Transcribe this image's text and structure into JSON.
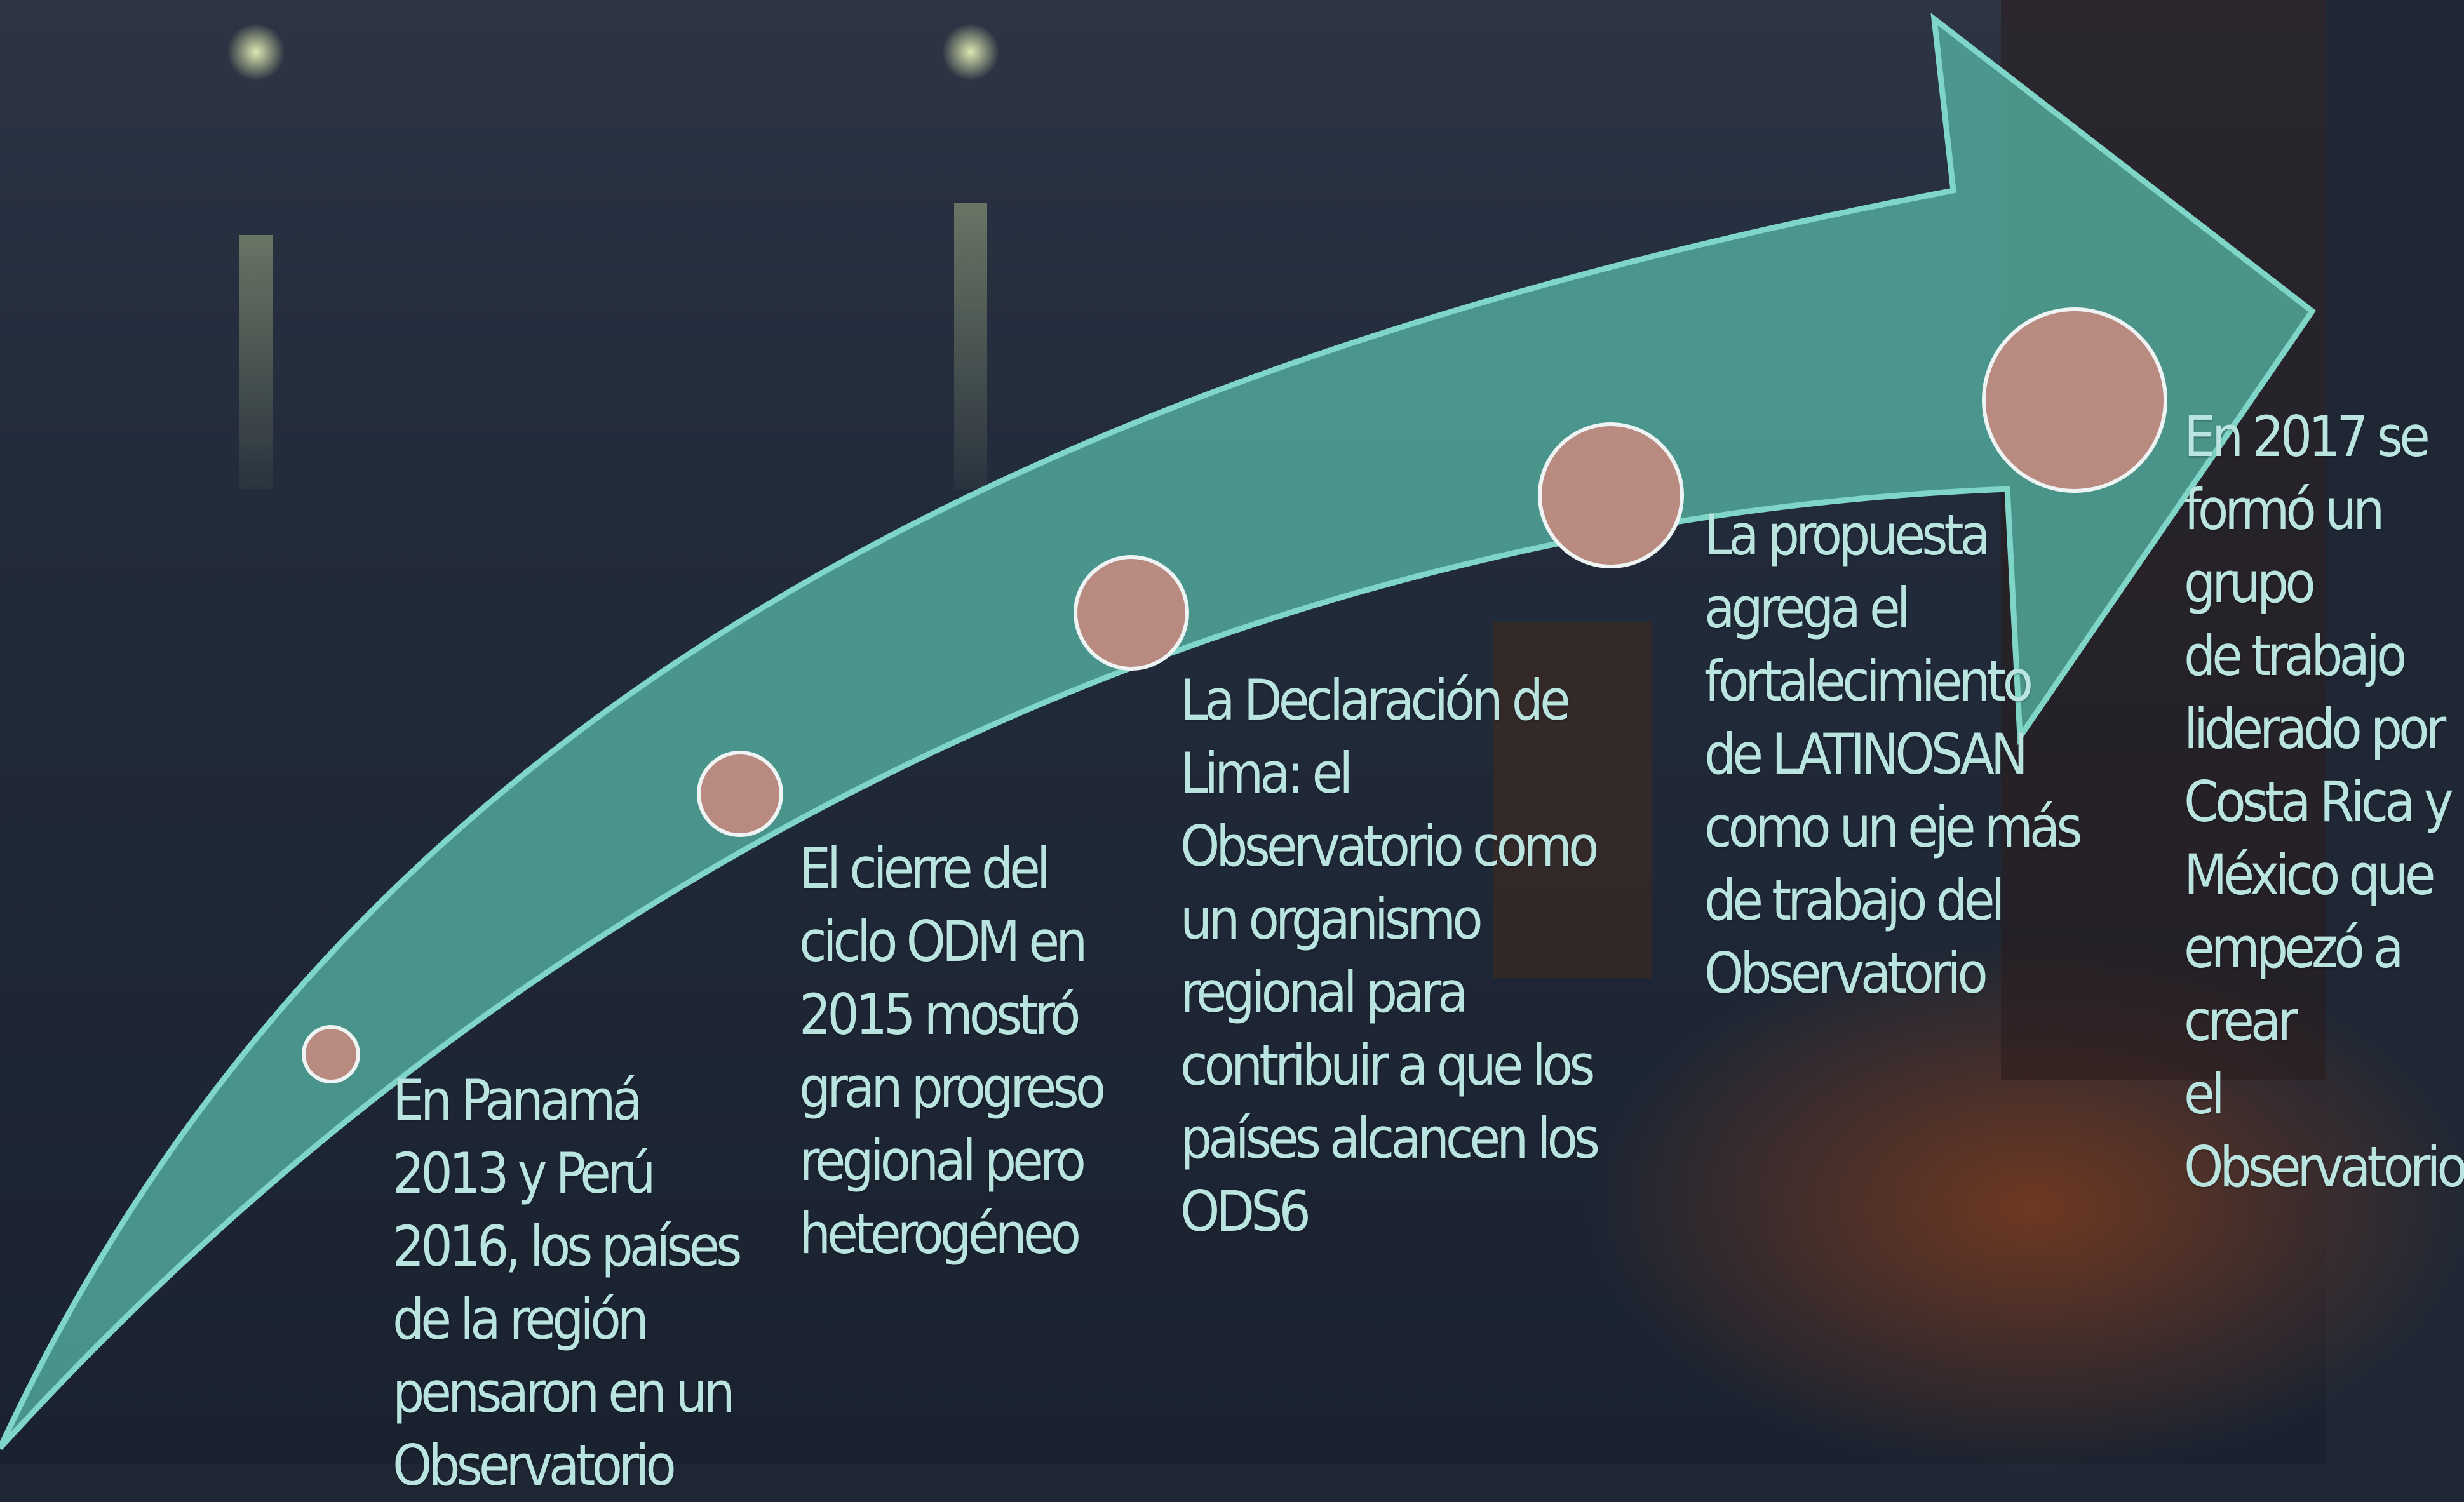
{
  "milestones": [
    {
      "text": "En Panamá\n2013 y Perú\n2016, los países\nde la región\npensaron en un\nObservatorio"
    },
    {
      "text": "El cierre del\nciclo ODM en\n2015 mostró\ngran progreso\nregional pero\nheterogéneo"
    },
    {
      "text": "La Declaración de\nLima: el\nObservatorio como\nun organismo\nregional para\ncontribuir a que los\npaíses alcancen los\nODS6"
    },
    {
      "text": "La propuesta\nagrega el\nfortalecimiento\nde LATINOSAN\ncomo un eje más\nde trabajo del\nObservatorio"
    },
    {
      "text": "En 2017 se\nformó un grupo\nde trabajo\nliderado por\nCosta Rica y\nMéxico que\nempezó a crear\nel Observatorio"
    }
  ],
  "colors": {
    "arrow_fill": "#55b3a3",
    "arrow_stroke": "#7fd6c8",
    "node_fill": "#b98a80",
    "node_stroke": "#eef4f3",
    "text": "#b9e4e0"
  }
}
